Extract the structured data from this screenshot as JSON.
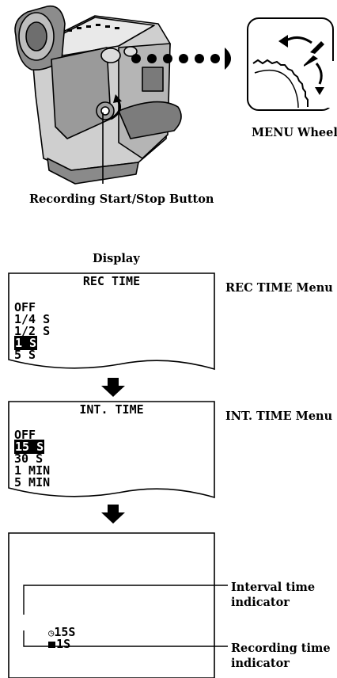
{
  "illustration": {
    "menu_wheel_label": "MENU Wheel",
    "rec_button_label": "Recording Start/Stop Button"
  },
  "display_label": "Display",
  "rec_time_menu": {
    "header": "REC TIME",
    "side_label": "REC TIME Menu",
    "items": [
      "OFF",
      "1/4 S",
      "1/2 S",
      "1 S",
      "5 S"
    ],
    "selected": "1 S"
  },
  "int_time_menu": {
    "header": "INT. TIME",
    "side_label": "INT. TIME Menu",
    "items": [
      "OFF",
      "15 S",
      "30 S",
      "1 MIN",
      "5 MIN"
    ],
    "selected": "15 S"
  },
  "result_display": {
    "interval_value": "15S",
    "recording_value": "1S",
    "interval_label_line1": "Interval time",
    "interval_label_line2": "indicator",
    "recording_label_line1": "Recording time",
    "recording_label_line2": "indicator"
  }
}
